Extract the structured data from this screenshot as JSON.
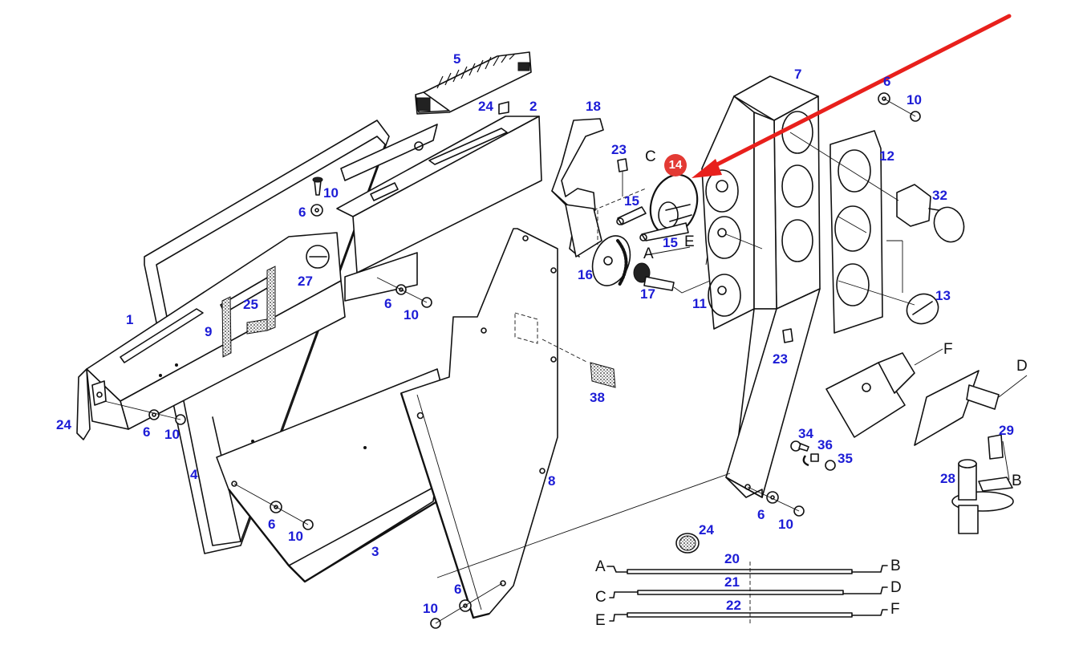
{
  "diagram": {
    "title": "",
    "description": "Exploded parts diagram of a heater/ventilation control console assembly",
    "accent_colors": {
      "callout_numbers": "#1c1cd6",
      "highlight_arrow": "#e8201c",
      "highlight_badge": "#e33a34",
      "line_art": "#111111"
    },
    "highlighted_part": {
      "number": "14",
      "description": "Control cable drum / pulley highlighted by red badge and red pointer arrow"
    },
    "callouts": [
      {
        "id": "c5",
        "text": "5"
      },
      {
        "id": "c24a",
        "text": "24"
      },
      {
        "id": "c2",
        "text": "2"
      },
      {
        "id": "c18",
        "text": "18"
      },
      {
        "id": "c23a",
        "text": "23"
      },
      {
        "id": "c7",
        "text": "7"
      },
      {
        "id": "c6a",
        "text": "6"
      },
      {
        "id": "c10a",
        "text": "10"
      },
      {
        "id": "c12",
        "text": "12"
      },
      {
        "id": "c32",
        "text": "32"
      },
      {
        "id": "c10b",
        "text": "10"
      },
      {
        "id": "c6b",
        "text": "6"
      },
      {
        "id": "c15a",
        "text": "15"
      },
      {
        "id": "c15b",
        "text": "15"
      },
      {
        "id": "c27",
        "text": "27"
      },
      {
        "id": "c16",
        "text": "16"
      },
      {
        "id": "c17",
        "text": "17"
      },
      {
        "id": "c11",
        "text": "11"
      },
      {
        "id": "c13",
        "text": "13"
      },
      {
        "id": "c1",
        "text": "1"
      },
      {
        "id": "c25",
        "text": "25"
      },
      {
        "id": "c6c",
        "text": "6"
      },
      {
        "id": "c10c",
        "text": "10"
      },
      {
        "id": "c9",
        "text": "9"
      },
      {
        "id": "c23b",
        "text": "23"
      },
      {
        "id": "c38",
        "text": "38"
      },
      {
        "id": "c24b",
        "text": "24"
      },
      {
        "id": "c6d",
        "text": "6"
      },
      {
        "id": "c10d",
        "text": "10"
      },
      {
        "id": "c4",
        "text": "4"
      },
      {
        "id": "c8",
        "text": "8"
      },
      {
        "id": "c34",
        "text": "34"
      },
      {
        "id": "c36",
        "text": "36"
      },
      {
        "id": "c35",
        "text": "35"
      },
      {
        "id": "c29",
        "text": "29"
      },
      {
        "id": "c28",
        "text": "28"
      },
      {
        "id": "c6e",
        "text": "6"
      },
      {
        "id": "c10e",
        "text": "10"
      },
      {
        "id": "c6f",
        "text": "6"
      },
      {
        "id": "c10f",
        "text": "10"
      },
      {
        "id": "c3",
        "text": "3"
      },
      {
        "id": "c24c",
        "text": "24"
      },
      {
        "id": "c20",
        "text": "20"
      },
      {
        "id": "c21",
        "text": "21"
      },
      {
        "id": "c22",
        "text": "22"
      },
      {
        "id": "c6g",
        "text": "6"
      },
      {
        "id": "c10g",
        "text": "10"
      }
    ],
    "badge": {
      "text": "14"
    },
    "connection_letters": [
      {
        "id": "lC1",
        "text": "C"
      },
      {
        "id": "lE1",
        "text": "E"
      },
      {
        "id": "lA1",
        "text": "A"
      },
      {
        "id": "lF1",
        "text": "F"
      },
      {
        "id": "lD1",
        "text": "D"
      },
      {
        "id": "lB1",
        "text": "B"
      }
    ],
    "cables": [
      {
        "number": "20",
        "end_left": "A",
        "end_right": "B"
      },
      {
        "number": "21",
        "end_left": "C",
        "end_right": "D"
      },
      {
        "number": "22",
        "end_left": "E",
        "end_right": "F"
      }
    ]
  }
}
